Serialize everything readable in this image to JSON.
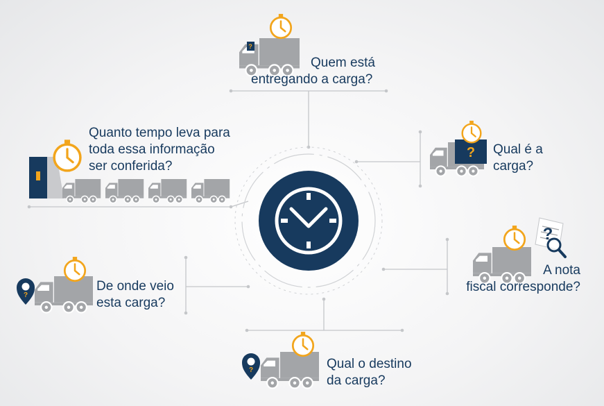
{
  "colors": {
    "navy": "#173a5e",
    "gray": "#a3a5a8",
    "orange": "#f2a51c",
    "line": "#c4c6c9"
  },
  "center": {
    "icon": "clock-icon"
  },
  "questions": {
    "top": [
      "Quem está",
      "entregando a carga?"
    ],
    "upper_left": [
      "Quanto tempo leva para",
      "toda essa informação",
      "ser conferida?"
    ],
    "upper_right": [
      "Qual é a",
      "carga?"
    ],
    "lower_right": [
      "A nota",
      "fiscal corresponde?"
    ],
    "lower_left": [
      "De onde veio",
      "esta carga?"
    ],
    "bottom": [
      "Qual o destino",
      "da carga?"
    ]
  }
}
